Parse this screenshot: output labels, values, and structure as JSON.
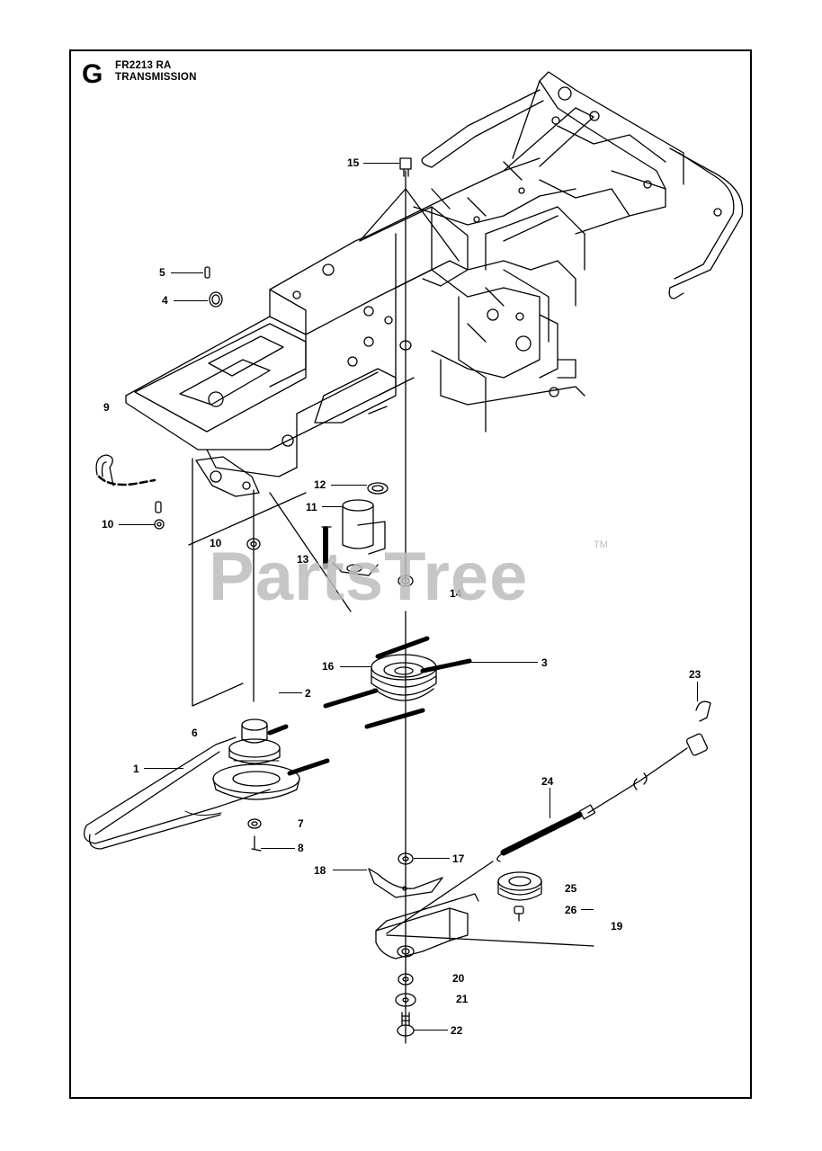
{
  "header": {
    "section_letter": "G",
    "model": "FR2213 RA",
    "title": "TRANSMISSION"
  },
  "watermark": {
    "text": "PartsTree",
    "trademark": "TM"
  },
  "callouts": [
    "15",
    "5",
    "4",
    "9",
    "10",
    "10",
    "12",
    "11",
    "13",
    "14",
    "16",
    "3",
    "2",
    "23",
    "6",
    "1",
    "24",
    "7",
    "8",
    "17",
    "18",
    "25",
    "26",
    "19",
    "20",
    "21",
    "22"
  ],
  "colors": {
    "line": "#000000",
    "watermark": "#bdbdbd",
    "background": "#ffffff"
  }
}
